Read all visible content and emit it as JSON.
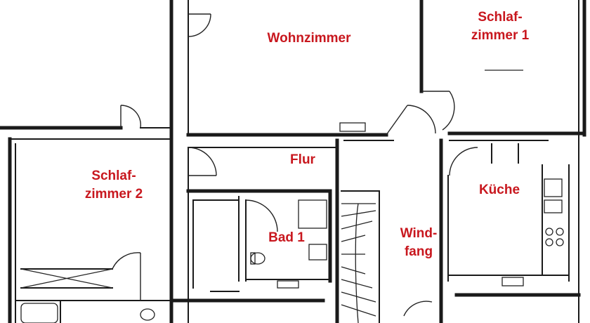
{
  "rooms": {
    "wohnzimmer": "Wohnzimmer",
    "schlafzimmer1": "Schlaf-\nzimmer 1",
    "schlafzimmer2": "Schlaf-\nzimmer 2",
    "flur": "Flur",
    "kueche": "Küche",
    "bad1": "Bad 1",
    "windfang": "Wind-\nfang"
  },
  "colors": {
    "label": "#c8171e",
    "wall": "#1a1a1a",
    "background": "#ffffff"
  }
}
